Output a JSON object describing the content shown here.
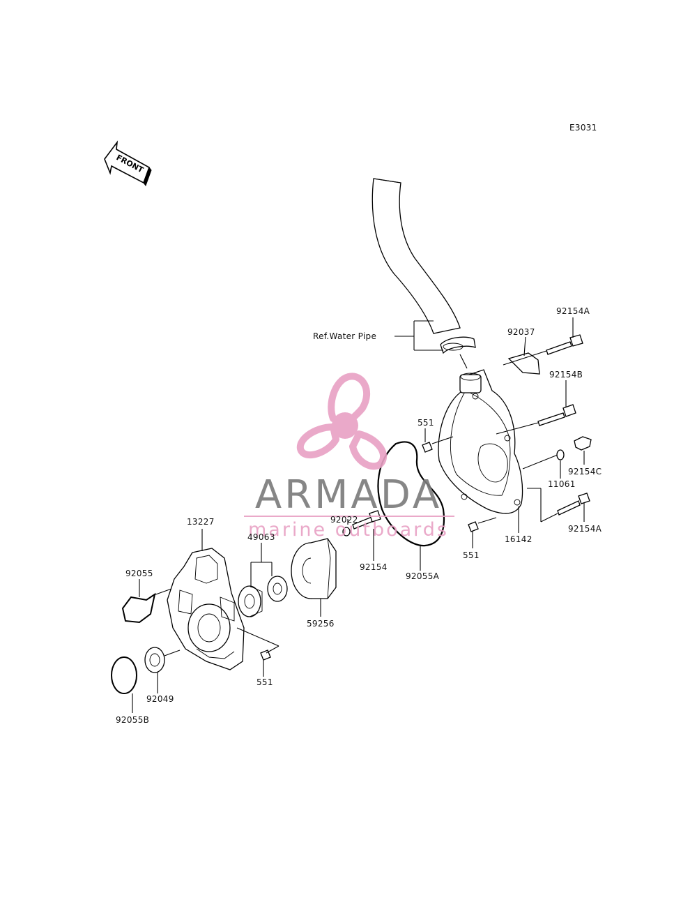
{
  "diagram_code": "E3031",
  "front_label": "FRONT",
  "ref_label": "Ref.Water Pipe",
  "watermark": {
    "brand": "ARMADA",
    "tagline": "marine outboards",
    "brand_color": "#7a7a7a",
    "accent_color": "#e8a0c4"
  },
  "part_labels": {
    "p92154A_top": "92154A",
    "p92037": "92037",
    "p92154B": "92154B",
    "p551_top": "551",
    "p92154C": "92154C",
    "p11061": "11061",
    "p92154A_bot": "92154A",
    "p16142": "16142",
    "p551_right": "551",
    "p92022": "92022",
    "p92154": "92154",
    "p92055A": "92055A",
    "p49063": "49063",
    "p13227": "13227",
    "p92055": "92055",
    "p59256": "59256",
    "p551_bot": "551",
    "p92049": "92049",
    "p92055B": "92055B"
  }
}
